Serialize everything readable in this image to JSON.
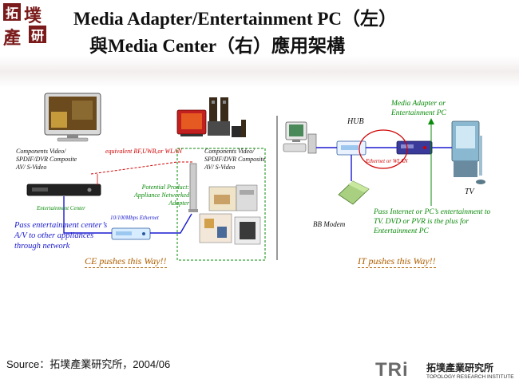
{
  "header": {
    "title_line1": "Media Adapter/Entertainment PC（左）",
    "title_line2": "與Media Center（右）應用架構",
    "logo_tl": [
      "拓",
      "墣",
      "產",
      "研"
    ]
  },
  "left_diagram": {
    "tv_components_label": [
      "Components Video/",
      "SPDIF/DVR Composite",
      "AV/ S-Video"
    ],
    "audio_components_label": [
      "Components Video/",
      "SPDIF/DVR Composite",
      "AV/ S-Video"
    ],
    "wireless_link_label": "equivalent RF,UWB,or WLAN",
    "adapter_label": [
      "Potential Product:",
      "Appliance Networked",
      "Adapter"
    ],
    "entertainment_center_label": "Entertainment Center",
    "ethernet_label": "10/100Mbps Ethernet",
    "pass_note": [
      "Pass entertainment center’s",
      "A/V to other appliances",
      "through network"
    ],
    "way_label": "CE pushes this Way!!"
  },
  "right_diagram": {
    "hub_label": "HUB",
    "media_adapter_label": [
      "Media Adapter or",
      "Entertainment  PC"
    ],
    "ethernet_wlan_label": "Ethernet or WLAN",
    "tv_label": "TV",
    "modem_label": "BB Modem",
    "pass_note": [
      "Pass  Internet or  PC’s entertainment to",
      "TV. DVD or PVR is the plus for",
      "Entertainment PC"
    ],
    "way_label": "IT pushes this Way!!"
  },
  "footer": {
    "source": "Source：拓墣產業研究所，2004/06",
    "logo_tri": "TRi",
    "logo_cn": "拓墣產業研究所",
    "logo_en": "TOPOLOGY RESEARCH INSTITUTE"
  },
  "colors": {
    "red": "#d00000",
    "green": "#0a8a0a",
    "blue": "#1a1ad0",
    "orange": "#b06000",
    "logo": "#7a1a1a"
  }
}
